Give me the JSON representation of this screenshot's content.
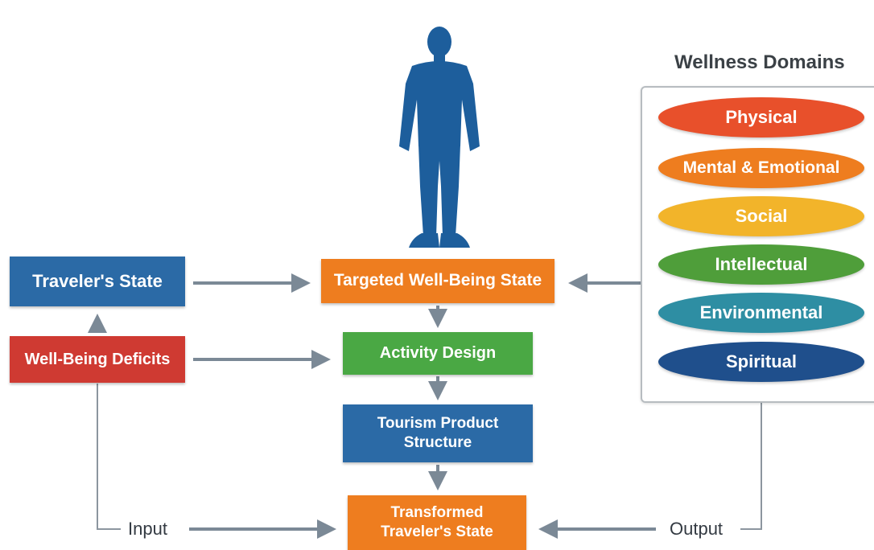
{
  "domains": {
    "title": "Wellness Domains",
    "items": [
      {
        "label": "Physical",
        "color": "#e8502b"
      },
      {
        "label": "Mental & Emotional",
        "color": "#ee7d1f"
      },
      {
        "label": "Social",
        "color": "#f2b42a"
      },
      {
        "label": "Intellectual",
        "color": "#4f9e3a"
      },
      {
        "label": "Environmental",
        "color": "#2e8ea3"
      },
      {
        "label": "Spiritual",
        "color": "#1f4f8c"
      }
    ]
  },
  "nodes": {
    "travelers_state": "Traveler's State",
    "well_being_deficits": "Well-Being Deficits",
    "targeted_state": "Targeted Well-Being State",
    "activity_design": "Activity Design",
    "tourism_product_line1": "Tourism Product",
    "tourism_product_line2": "Structure",
    "transformed_line1": "Transformed",
    "transformed_line2": "Traveler's State"
  },
  "labels": {
    "input": "Input",
    "output": "Output"
  },
  "icons": {
    "person": "person-silhouette-icon"
  },
  "colors": {
    "orange": "#ee7d1f",
    "blue": "#2b6aa6",
    "green": "#4aa844",
    "red": "#cf3a32",
    "arrow": "#7b8996",
    "person": "#1d5e9c"
  }
}
